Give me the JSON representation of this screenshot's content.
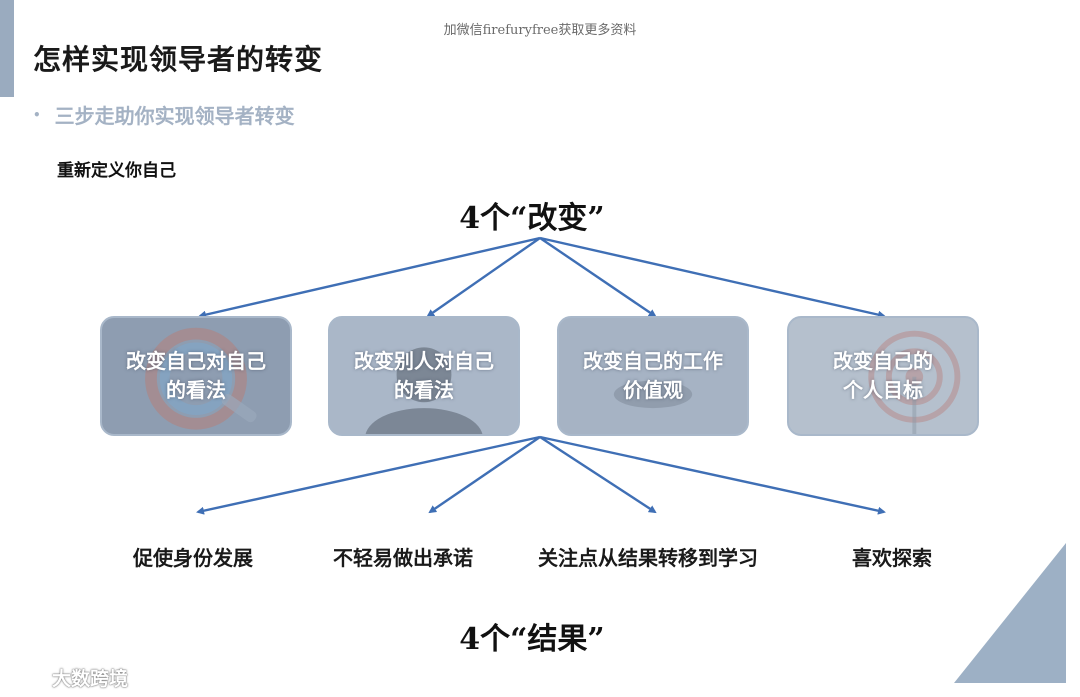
{
  "watermark_top": "加微信firefuryfree获取更多资料",
  "title": "怎样实现领导者的转变",
  "bullet": "三步走助你实现领导者转变",
  "subhead": "重新定义你自己",
  "top_label": "4个“改变”",
  "bottom_label": "4个“结果”",
  "changes": [
    {
      "label": "改变自己对自己\n的看法"
    },
    {
      "label": "改变别人对自己\n的看法"
    },
    {
      "label": "改变自己的工作\n价值观"
    },
    {
      "label": "改变自己的\n个人目标"
    }
  ],
  "results": [
    "促使身份发展",
    "不轻易做出承诺",
    "关注点从结果转移到学习",
    "喜欢探索"
  ],
  "logo_text": "大数跨境",
  "colors": {
    "arrow": "#3f6fb5",
    "accent_bar": "#9aabbf",
    "bullet_text": "#a4b2c4",
    "corner_triangle": "#9db0c5"
  }
}
